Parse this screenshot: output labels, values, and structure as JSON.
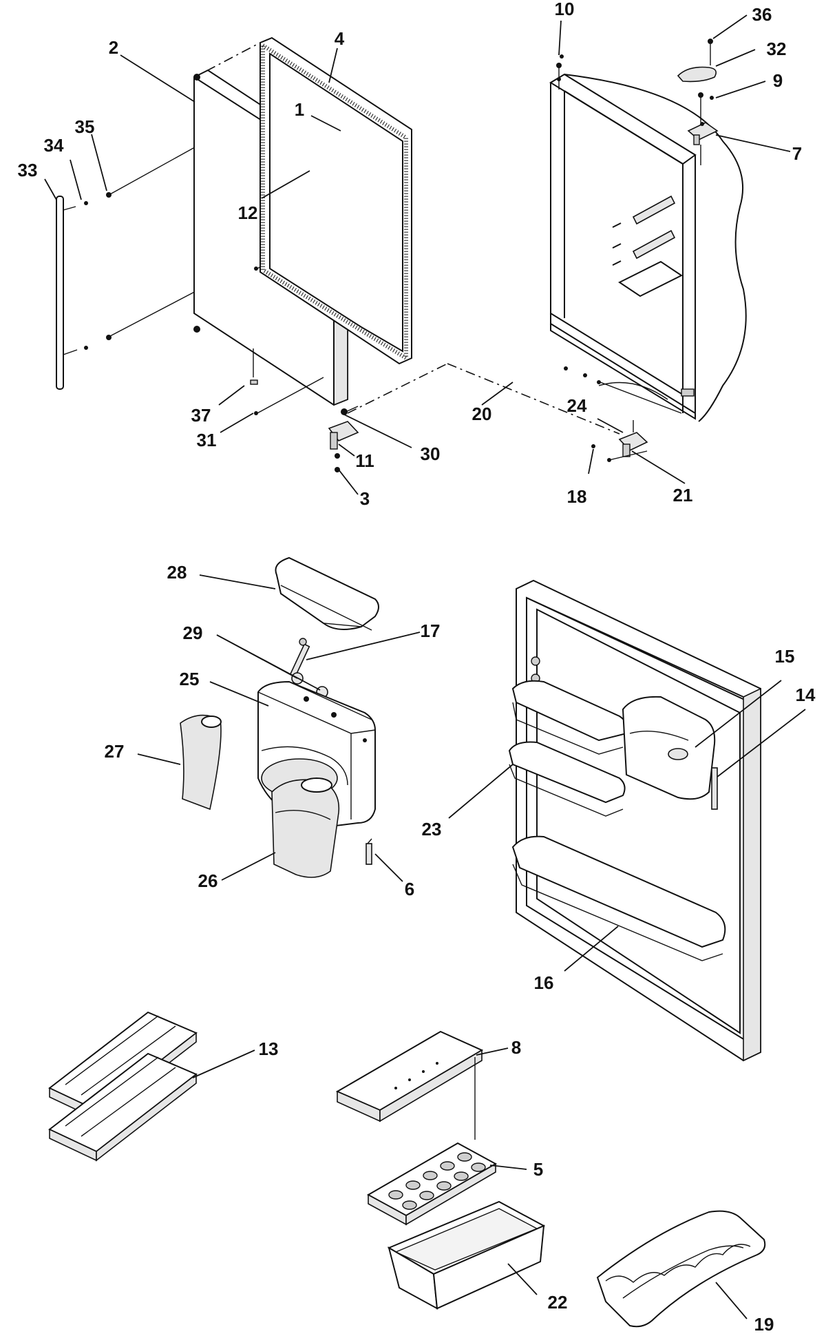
{
  "callouts": [
    {
      "id": "c1",
      "text": "1"
    },
    {
      "id": "c2",
      "text": "2"
    },
    {
      "id": "c3",
      "text": "3"
    },
    {
      "id": "c4",
      "text": "4"
    },
    {
      "id": "c5",
      "text": "5"
    },
    {
      "id": "c6",
      "text": "6"
    },
    {
      "id": "c7",
      "text": "7"
    },
    {
      "id": "c8",
      "text": "8"
    },
    {
      "id": "c9",
      "text": "9"
    },
    {
      "id": "c10",
      "text": "10"
    },
    {
      "id": "c11",
      "text": "11"
    },
    {
      "id": "c12",
      "text": "12"
    },
    {
      "id": "c13",
      "text": "13"
    },
    {
      "id": "c14",
      "text": "14"
    },
    {
      "id": "c15",
      "text": "15"
    },
    {
      "id": "c16",
      "text": "16"
    },
    {
      "id": "c17",
      "text": "17"
    },
    {
      "id": "c18",
      "text": "18"
    },
    {
      "id": "c19",
      "text": "19"
    },
    {
      "id": "c20",
      "text": "20"
    },
    {
      "id": "c21",
      "text": "21"
    },
    {
      "id": "c22",
      "text": "22"
    },
    {
      "id": "c23",
      "text": "23"
    },
    {
      "id": "c24",
      "text": "24"
    },
    {
      "id": "c25",
      "text": "25"
    },
    {
      "id": "c26",
      "text": "26"
    },
    {
      "id": "c27",
      "text": "27"
    },
    {
      "id": "c28",
      "text": "28"
    },
    {
      "id": "c29",
      "text": "29"
    },
    {
      "id": "c30",
      "text": "30"
    },
    {
      "id": "c31",
      "text": "31"
    },
    {
      "id": "c32",
      "text": "32"
    },
    {
      "id": "c33",
      "text": "33"
    },
    {
      "id": "c34",
      "text": "34"
    },
    {
      "id": "c35",
      "text": "35"
    },
    {
      "id": "c36",
      "text": "36"
    },
    {
      "id": "c37",
      "text": "37"
    }
  ]
}
